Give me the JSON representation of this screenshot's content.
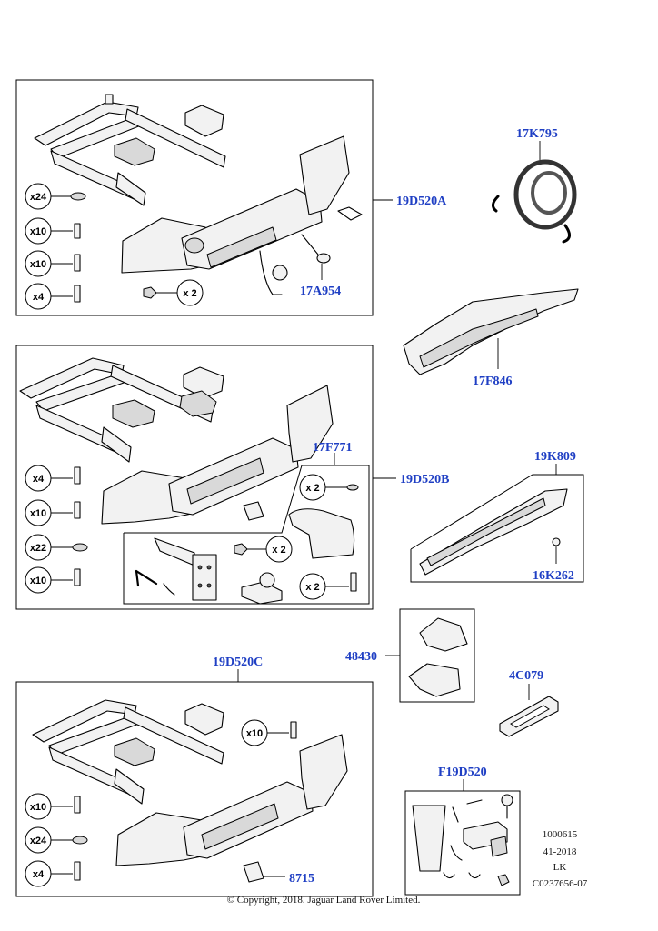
{
  "labels": {
    "kit_a": "19D520A",
    "kit_b": "19D520B",
    "kit_c": "19D520C",
    "tow_rope": "17K795",
    "tow_eye": "17A954",
    "guard": "17F846",
    "sub_kit": "17F771",
    "cover": "19K809",
    "clip": "16K262",
    "brackets": "48430",
    "strap": "4C079",
    "kit_f": "F19D520",
    "plug": "8715"
  },
  "quantities": {
    "a_washer": "x24",
    "a_bolt1": "x10",
    "a_bolt2": "x10",
    "a_bolt3": "x4",
    "a_nut": "x 2",
    "b_bolt1": "x4",
    "b_bolt2": "x10",
    "b_washer": "x22",
    "b_bolt3": "x10",
    "b_sub_washer": "x 2",
    "b_sub_nut": "x 2",
    "b_sub_bolt": "x 2",
    "c_bolt_top": "x10",
    "c_bolt1": "x10",
    "c_washer": "x24",
    "c_bolt2": "x4"
  },
  "meta": {
    "line1": "1000615",
    "line2": "41-2018",
    "line3": "LK",
    "line4": "C0237656-07"
  },
  "copyright": "© Copyright, 2018. Jaguar Land Rover Limited."
}
